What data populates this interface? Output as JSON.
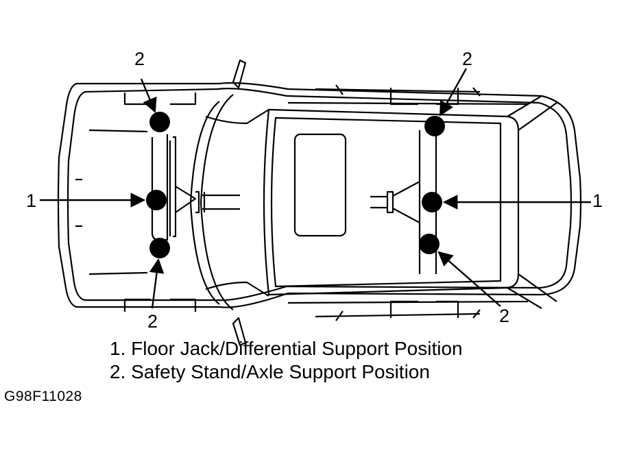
{
  "callouts": {
    "front_top": "2",
    "front_bottom": "2",
    "front_center": "1",
    "rear_top": "2",
    "rear_bottom": "2",
    "rear_center": "1"
  },
  "legend": {
    "item1": "1. Floor Jack/Differential Support Position",
    "item2": "2. Safety Stand/Axle Support Position"
  },
  "figure_code": "G98F11028",
  "colors": {
    "ink": "#000000",
    "paper": "#ffffff"
  }
}
